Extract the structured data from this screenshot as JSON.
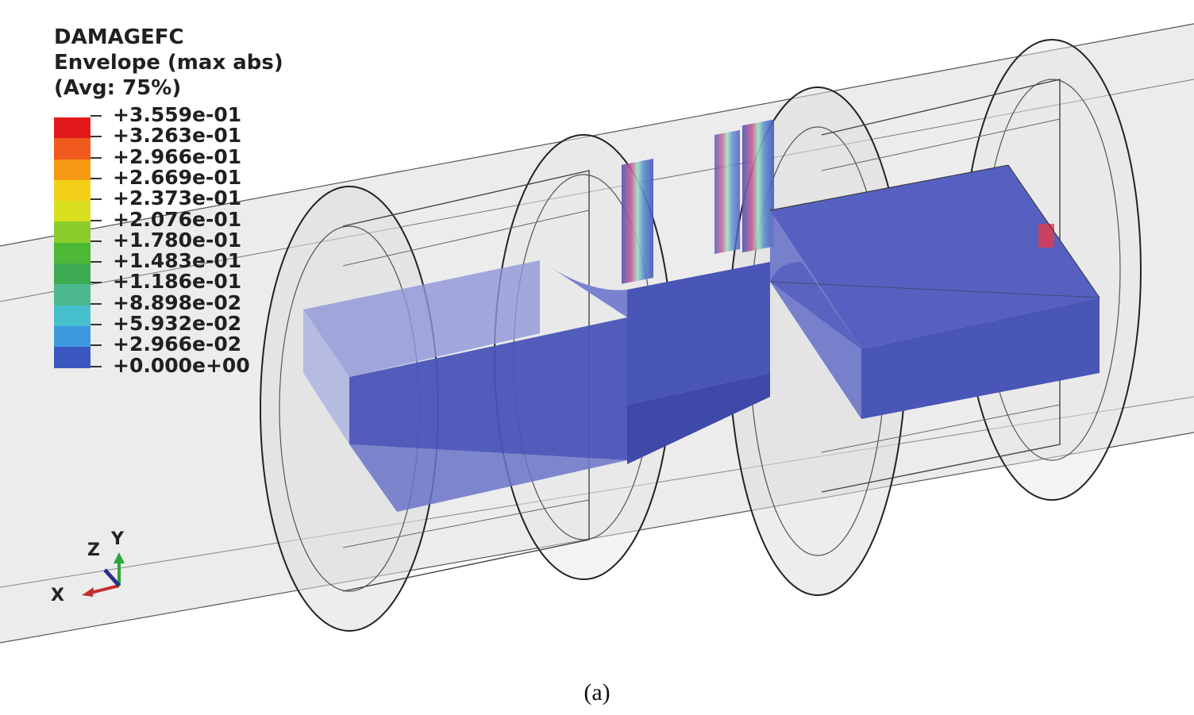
{
  "legend": {
    "title_line1": "DAMAGEFC",
    "title_line2": "Envelope (max abs)",
    "title_line3": "(Avg: 75%)",
    "values": [
      "+3.559e-01",
      "+3.263e-01",
      "+2.966e-01",
      "+2.669e-01",
      "+2.373e-01",
      "+2.076e-01",
      "+1.780e-01",
      "+1.483e-01",
      "+1.186e-01",
      "+8.898e-02",
      "+5.932e-02",
      "+2.966e-02",
      "+0.000e+00"
    ],
    "colors": [
      "#e31a1c",
      "#f05a1e",
      "#f59a12",
      "#f2d018",
      "#d8e020",
      "#8ccc2a",
      "#4cb836",
      "#3caa50",
      "#4cb890",
      "#46c0cc",
      "#3c98dc",
      "#3a58c0",
      "#2e3aa0"
    ]
  },
  "triad": {
    "x": "X",
    "y": "Y",
    "z": "Z"
  },
  "caption": "(a)",
  "colors": {
    "specimen": "#4a55b8",
    "background_tube": "#ececec",
    "outline": "#222222"
  }
}
